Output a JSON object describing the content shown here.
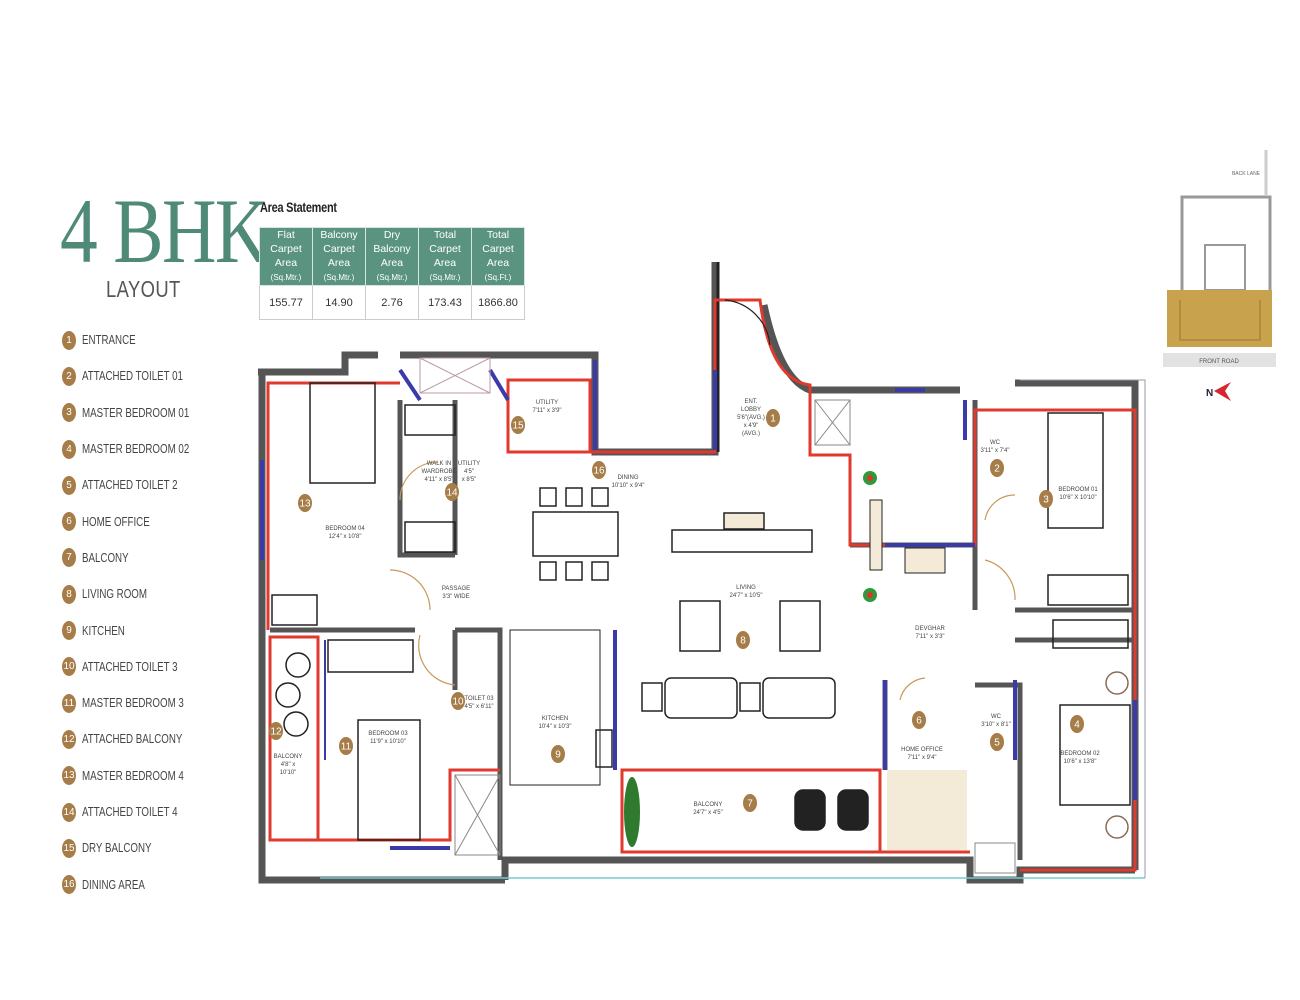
{
  "title": {
    "main": "4 BHK",
    "sub": "LAYOUT"
  },
  "area_statement": {
    "heading": "Area Statement",
    "columns": [
      {
        "line1": "Flat Carpet",
        "line2": "Area",
        "unit": "(Sq.Mtr.)"
      },
      {
        "line1": "Balcony Carpet",
        "line2": "Area",
        "unit": "(Sq.Mtr.)"
      },
      {
        "line1": "Dry Balcony",
        "line2": "Area",
        "unit": "(Sq.Mtr.)"
      },
      {
        "line1": "Total Carpet",
        "line2": "Area",
        "unit": "(Sq.Mtr.)"
      },
      {
        "line1": "Total Carpet",
        "line2": "Area",
        "unit": "(Sq.Ft.)"
      }
    ],
    "values": [
      "155.77",
      "14.90",
      "2.76",
      "173.43",
      "1866.80"
    ]
  },
  "legend": [
    {
      "num": "1",
      "label": "ENTRANCE"
    },
    {
      "num": "2",
      "label": "ATTACHED TOILET 01"
    },
    {
      "num": "3",
      "label": "MASTER BEDROOM 01"
    },
    {
      "num": "4",
      "label": "MASTER BEDROOM 02"
    },
    {
      "num": "5",
      "label": "ATTACHED TOILET 2"
    },
    {
      "num": "6",
      "label": "HOME OFFICE"
    },
    {
      "num": "7",
      "label": "BALCONY"
    },
    {
      "num": "8",
      "label": "LIVING ROOM"
    },
    {
      "num": "9",
      "label": "KITCHEN"
    },
    {
      "num": "10",
      "label": "ATTACHED TOILET 3"
    },
    {
      "num": "11",
      "label": "MASTER BEDROOM 3"
    },
    {
      "num": "12",
      "label": "ATTACHED BALCONY"
    },
    {
      "num": "13",
      "label": "MASTER BEDROOM 4"
    },
    {
      "num": "14",
      "label": "ATTACHED TOILET 4"
    },
    {
      "num": "15",
      "label": "DRY BALCONY"
    },
    {
      "num": "16",
      "label": "DINING AREA"
    }
  ],
  "rooms": {
    "ent_lobby": {
      "l1": "ENT.",
      "l2": "LOBBY",
      "l3": "5'6\"(AVG.)",
      "l4": "x 4'9\"",
      "l5": "(AVG.)"
    },
    "utility_dry": {
      "name": "UTILITY",
      "dims": "7'11\" x 3'9\""
    },
    "walk_in": {
      "l1": "WALK IN",
      "l2": "WARDROBE",
      "l3": "4'11\" x 8'5\""
    },
    "utility_small": {
      "l1": "UTILITY",
      "l2": "4'5\"",
      "l3": "x 8'5\""
    },
    "bedroom_04": {
      "name": "BEDROOM 04",
      "dims": "12'4\" x 10'8\""
    },
    "dining": {
      "name": "DINING",
      "dims": "10'10\" x 9'4\""
    },
    "living": {
      "name": "LIVING",
      "dims": "24'7\" x 10'5\""
    },
    "passage": {
      "name": "PASSAGE",
      "dims": "3'3\" WIDE"
    },
    "wc_01": {
      "name": "WC",
      "dims": "3'11\" x 7'4\""
    },
    "bedroom_01": {
      "name": "BEDROOM 01",
      "dims": "10'6\" X 10'10\""
    },
    "devghar": {
      "name": "DEVGHAR",
      "dims": "7'11\" x 3'3\""
    },
    "wc_02": {
      "name": "WC",
      "dims": "3'10\" x 8'1\""
    },
    "bedroom_02": {
      "name": "BEDROOM 02",
      "dims": "10'6\" x 13'8\""
    },
    "toilet_03": {
      "name": "TOILET 03",
      "dims": "4'5\" x 6'11\""
    },
    "bedroom_03": {
      "name": "BEDROOM 03",
      "dims": "11'9\" x 10'10\""
    },
    "balcony_12": {
      "l1": "BALCONY",
      "l2": "4'8\" x",
      "l3": "10'10\""
    },
    "kitchen": {
      "name": "KITCHEN",
      "dims": "10'4\" x 10'3\""
    },
    "balcony_7": {
      "name": "BALCONY",
      "dims": "24'7\" x 4'5\""
    },
    "home_office": {
      "name": "HOME OFFICE",
      "dims": "7'11\" x 9'4\""
    }
  },
  "key_plan": {
    "back_lane": "BACK LANE",
    "front_road": "FRONT ROAD",
    "north": "N"
  },
  "colors": {
    "title": "#4f8a78",
    "table_header": "#5a9481",
    "badge": "#a67c48",
    "room_outline": "#e0392e",
    "window": "#3a3aa8",
    "wall": "#5a5a5a",
    "key_plan_unit": "#c9a24e"
  }
}
